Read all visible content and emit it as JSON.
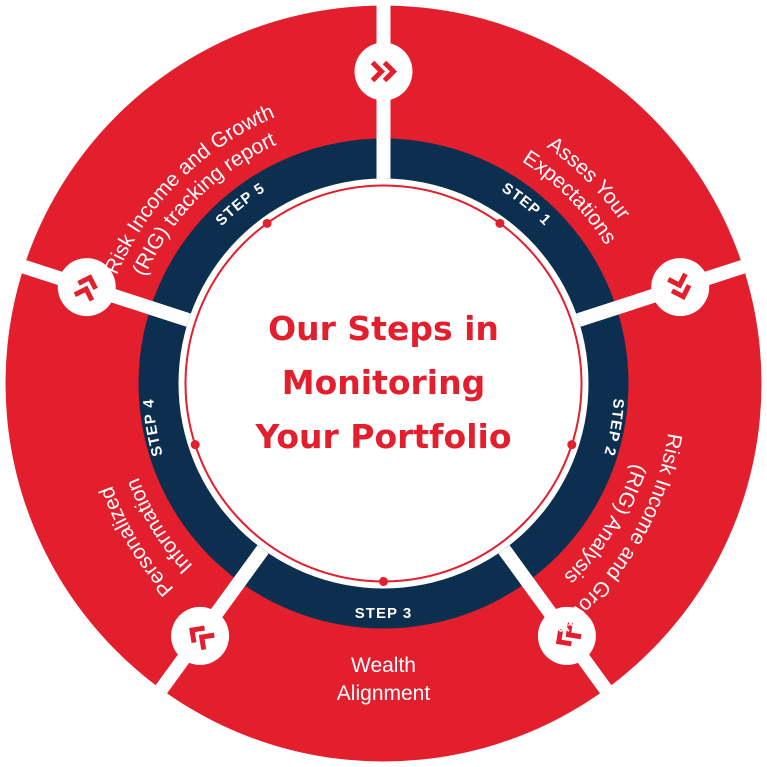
{
  "title_lines": [
    "Our Steps in",
    "Monitoring",
    "Your Portfolio"
  ],
  "segments": [
    {
      "step_label": "STEP 1",
      "label_lines": [
        "Asses Your",
        "Expectations"
      ]
    },
    {
      "step_label": "STEP 2",
      "label_lines": [
        "Risk Income and Growth",
        "(RIG) Analysis"
      ]
    },
    {
      "step_label": "STEP 3",
      "label_lines": [
        "Wealth",
        "Alignment"
      ]
    },
    {
      "step_label": "STEP 4",
      "label_lines": [
        "Personalized",
        "Information"
      ]
    },
    {
      "step_label": "STEP 5",
      "label_lines": [
        "Risk Income and Growth",
        "(RIG) tracking report"
      ]
    }
  ],
  "icon_names": [
    "double-chevron-icon",
    "double-chevron-icon",
    "double-chevron-icon",
    "double-chevron-icon",
    "double-chevron-icon"
  ],
  "colors": {
    "primary_red": "#E31E2D",
    "navy": "#0D2F4F",
    "background": "#FFFFFF"
  }
}
